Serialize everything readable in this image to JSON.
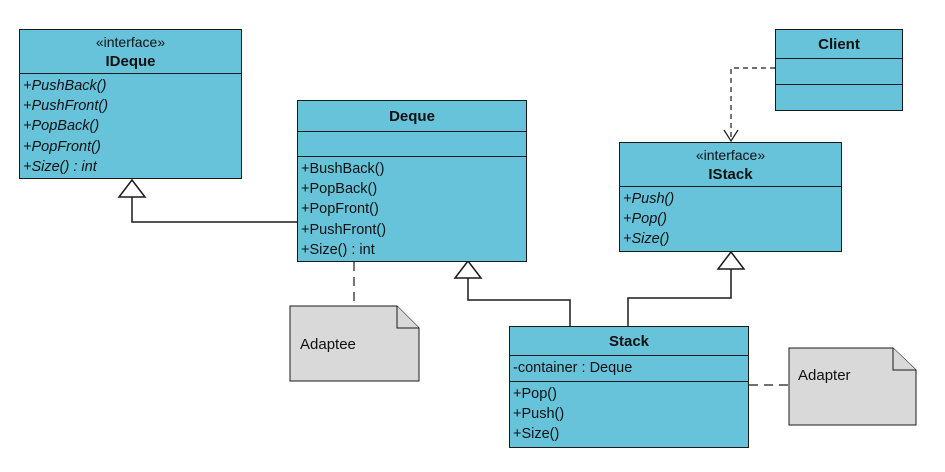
{
  "ideque": {
    "stereotype": "«interface»",
    "name": "IDeque",
    "ops": [
      "+PushBack()",
      "+PushFront()",
      "+PopBack()",
      "+PopFront()",
      "+Size() : int"
    ]
  },
  "deque": {
    "name": "Deque",
    "ops": [
      "+BushBack()",
      "+PopBack()",
      "+PopFront()",
      "+PushFront()",
      "+Size() : int"
    ]
  },
  "client": {
    "name": "Client"
  },
  "istack": {
    "stereotype": "«interface»",
    "name": "IStack",
    "ops": [
      "+Push()",
      "+Pop()",
      "+Size()"
    ]
  },
  "stack": {
    "name": "Stack",
    "attrs": [
      "-container : Deque"
    ],
    "ops": [
      "+Pop()",
      "+Push()",
      "+Size()"
    ]
  },
  "notes": {
    "adaptee": "Adaptee",
    "adapter": "Adapter"
  },
  "colors": {
    "class_fill": "#67c3d9",
    "note_fill": "#d9d9d9",
    "line": "#1a1a1a"
  }
}
